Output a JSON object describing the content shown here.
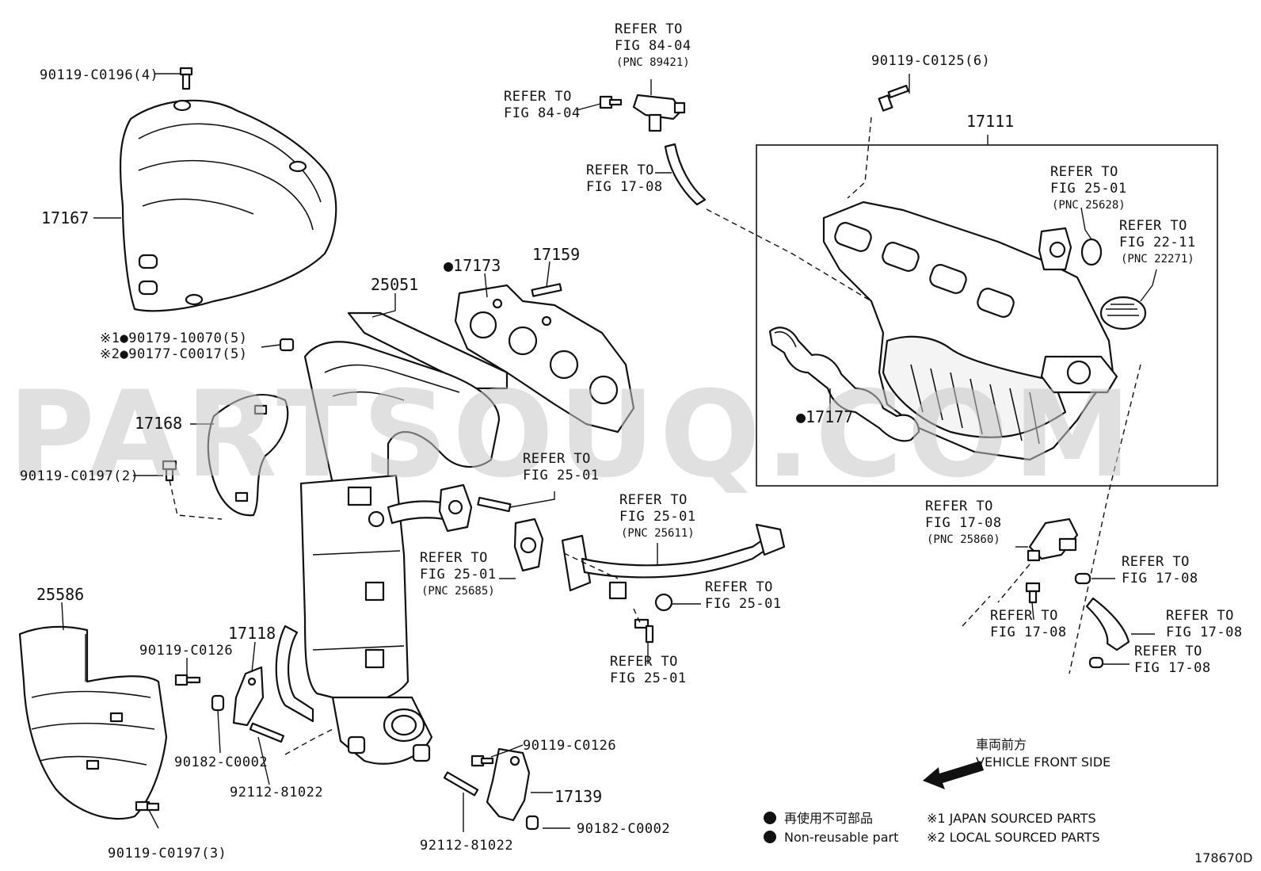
{
  "watermark": "PARTSOUQ.COM",
  "labels": {
    "bolt_heat_insulator_top": "90119-C0196(4)",
    "heat_insulator_upper": "17167",
    "note_japan_nut": "※1●90179-10070(5)",
    "note_local_nut": "※2●90177-C0017(5)",
    "insulator_lower_right": "17168",
    "bolt_17168": "90119-C0197(2)",
    "bracket_25051": "25051",
    "gasket_17173": "●17173",
    "stud_17159": "17159",
    "cover_25586": "25586",
    "bolt_25586": "90119-C0197(3)",
    "bracket_17118": "17118",
    "bolt_17118": "90119-C0126",
    "nut_17118": "90182-C0002",
    "stud_17118": "92112-81022",
    "bracket_17139": "17139",
    "bolt_17139": "90119-C0126",
    "nut_17139": "90182-C0002",
    "stud_17139": "92112-81022",
    "manifold_assy": "17111",
    "bolt_manifold": "90119-C0125(6)",
    "gasket_17177": "●17177"
  },
  "refers": [
    {
      "line1": "REFER TO",
      "line2": "FIG 84-04",
      "line3": "(PNC 89421)"
    },
    {
      "line1": "REFER TO",
      "line2": "FIG 84-04",
      "line3": ""
    },
    {
      "line1": "REFER TO",
      "line2": "FIG 17-08",
      "line3": ""
    },
    {
      "line1": "REFER TO",
      "line2": "FIG 25-01",
      "line3": "(PNC 25628)"
    },
    {
      "line1": "REFER TO",
      "line2": "FIG 22-11",
      "line3": "(PNC 22271)"
    },
    {
      "line1": "REFER TO",
      "line2": "FIG 25-01",
      "line3": ""
    },
    {
      "line1": "REFER TO",
      "line2": "FIG 25-01",
      "line3": "(PNC 25611)"
    },
    {
      "line1": "REFER TO",
      "line2": "FIG 25-01",
      "line3": "(PNC 25685)"
    },
    {
      "line1": "REFER TO",
      "line2": "FIG 25-01",
      "line3": ""
    },
    {
      "line1": "REFER TO",
      "line2": "FIG 25-01",
      "line3": ""
    },
    {
      "line1": "REFER TO",
      "line2": "FIG 17-08",
      "line3": "(PNC 25860)"
    },
    {
      "line1": "REFER TO",
      "line2": "FIG 17-08",
      "line3": ""
    },
    {
      "line1": "REFER TO",
      "line2": "FIG 17-08",
      "line3": ""
    },
    {
      "line1": "REFER TO",
      "line2": "FIG 17-08",
      "line3": ""
    },
    {
      "line1": "REFER TO",
      "line2": "FIG 17-08",
      "line3": ""
    }
  ],
  "direction": {
    "jp": "車両前方",
    "en": "VEHICLE FRONT SIDE"
  },
  "legend": {
    "nonreusable_jp": "再使用不可部品",
    "nonreusable_en": "Non-reusable part",
    "note1": "※1 JAPAN SOURCED PARTS",
    "note2": "※2 LOCAL SOURCED PARTS"
  },
  "figure_id": "178670D"
}
